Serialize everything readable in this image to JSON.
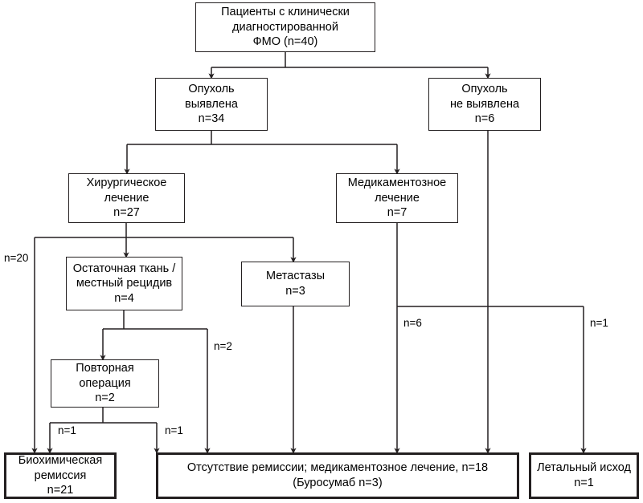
{
  "diagram": {
    "title": "Patient flow chart",
    "language": "ru",
    "stroke_color": "#231f20",
    "background_color": "#ffffff",
    "nodes": [
      {
        "id": "root",
        "label": "Пациенты с клинически\nдиагностированной\nФМО (n=40)",
        "n": 40
      },
      {
        "id": "tumor_found",
        "label": "Опухоль\nвыявлена\nn=34",
        "n": 34
      },
      {
        "id": "tumor_not",
        "label": "Опухоль\nне выявлена\nn=6",
        "n": 6
      },
      {
        "id": "surgery",
        "label": "Хирургическое\nлечение\nn=27",
        "n": 27
      },
      {
        "id": "medication",
        "label": "Медикаментозное\nлечение\nn=7",
        "n": 7
      },
      {
        "id": "residual",
        "label": "Остаточная ткань /\nместный рецидив\nn=4",
        "n": 4
      },
      {
        "id": "metastases",
        "label": "Метастазы\nn=3",
        "n": 3
      },
      {
        "id": "reoperation",
        "label": "Повторная\nоперация\nn=2",
        "n": 2
      },
      {
        "id": "remission",
        "label": "Биохимическая\nремиссия\nn=21",
        "n": 21
      },
      {
        "id": "no_remission",
        "label": "Отсутствие ремиссии; медикаментозное лечение, n=18\n(Буросумаб n=3)",
        "n": 18
      },
      {
        "id": "death",
        "label": "Летальный исход\nn=1",
        "n": 1
      }
    ],
    "edge_labels": [
      {
        "id": "e-surgery-remission",
        "text": "n=20"
      },
      {
        "id": "e-residual-noremission",
        "text": "n=2"
      },
      {
        "id": "e-reop-remission",
        "text": "n=1"
      },
      {
        "id": "e-reop-noremission",
        "text": "n=1"
      },
      {
        "id": "e-medication-noremission",
        "text": "n=6"
      },
      {
        "id": "e-tumornot-death",
        "text": "n=1"
      }
    ]
  }
}
